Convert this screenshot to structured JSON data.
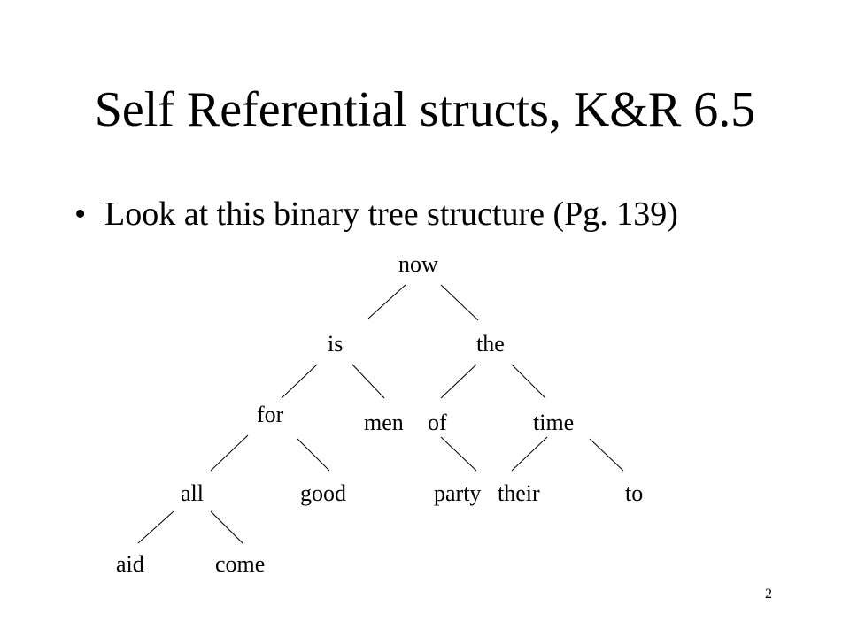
{
  "slide": {
    "title": "Self Referential structs, K&R 6.5",
    "bullet": {
      "marker": "•",
      "text": "Look at this binary tree structure (Pg. 139)"
    },
    "tree_nodes": {
      "now": "now",
      "is": "is",
      "the": "the",
      "for": "for",
      "men": "men",
      "of": "of",
      "time": "time",
      "all": "all",
      "good": "good",
      "party": "party",
      "their": "their",
      "to": "to",
      "aid": "aid",
      "come": "come"
    },
    "page_number": "2"
  }
}
